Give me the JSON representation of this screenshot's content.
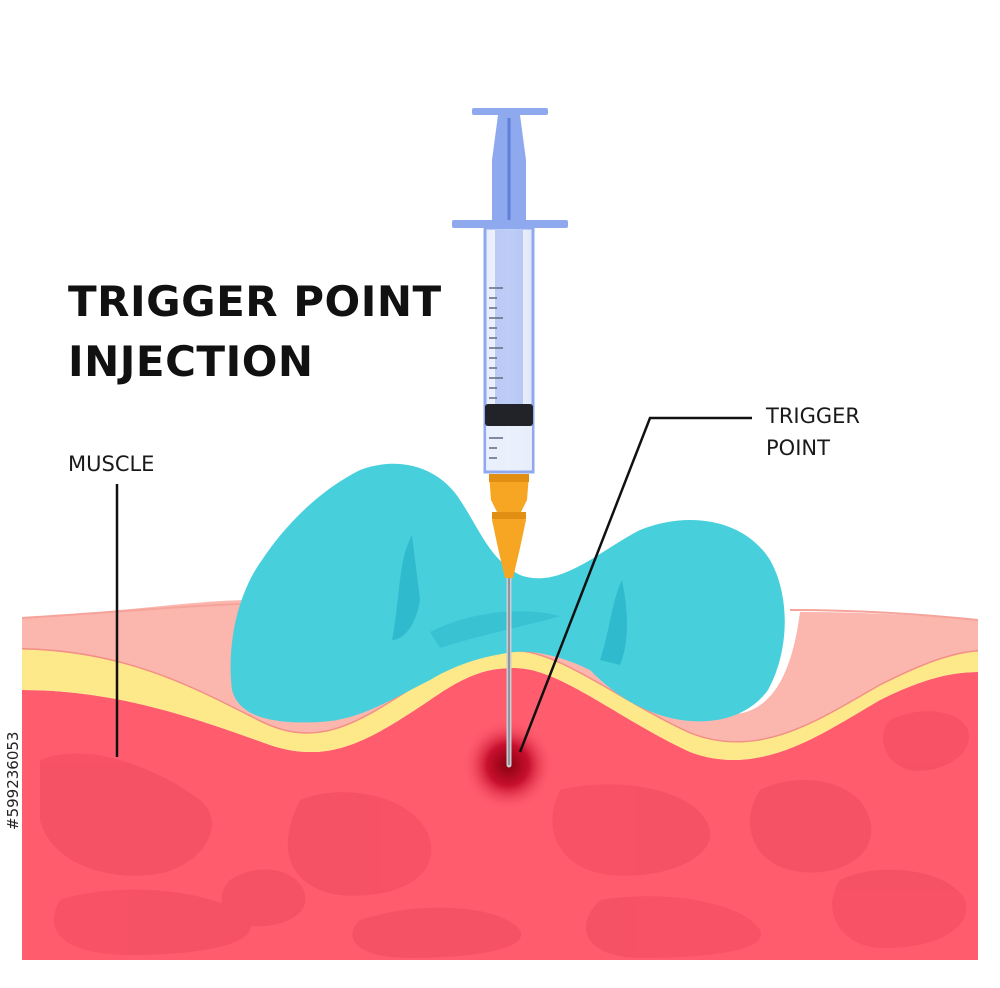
{
  "title": {
    "line1": "TRIGGER POINT",
    "line2": "INJECTION"
  },
  "labels": {
    "muscle": "MUSCLE",
    "trigger_line1": "TRIGGER",
    "trigger_line2": "POINT"
  },
  "stock_id": "#599236053",
  "colors": {
    "muscle": "#ff5c6e",
    "muscle_dark": "#f04a5e",
    "fat": "#fde98a",
    "skin": "#fbb6ae",
    "skin_edge": "#f28f88",
    "glove": "#47cfdc",
    "glove_shadow": "#25b2c6",
    "syringe": "#8fa9ee",
    "hub": "#f6a623",
    "trigger_point": "#c8102e"
  }
}
